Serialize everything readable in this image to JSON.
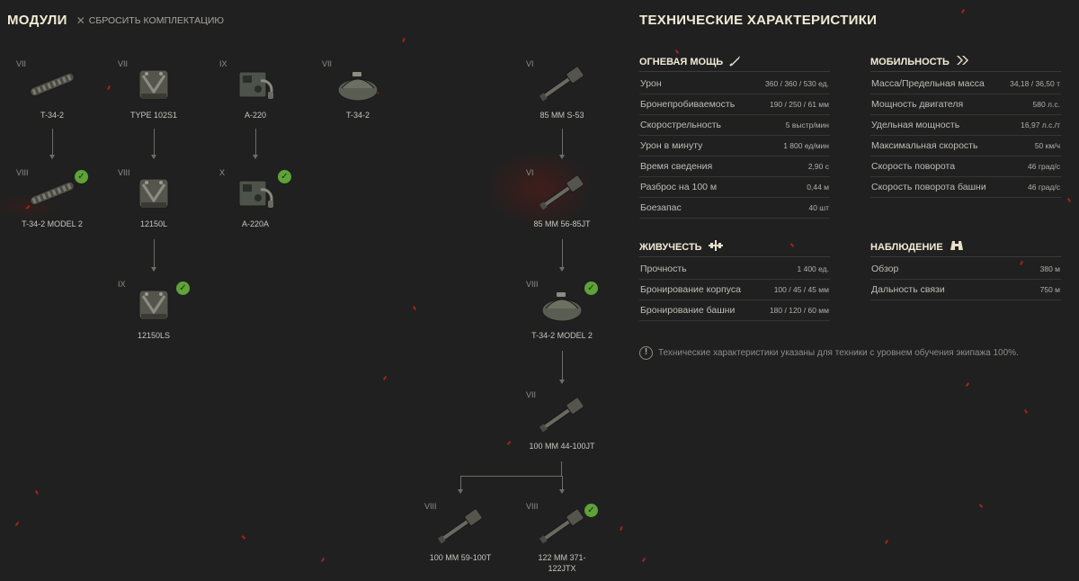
{
  "modules": {
    "title": "МОДУЛИ",
    "reset_label": "СБРОСИТЬ КОМПЛЕКТАЦИЮ",
    "items": [
      {
        "tier": "VII",
        "name": "T-34-2"
      },
      {
        "tier": "VIII",
        "name": "T-34-2 MODEL 2"
      },
      {
        "tier": "VII",
        "name": "TYPE 102S1"
      },
      {
        "tier": "VIII",
        "name": "12150L"
      },
      {
        "tier": "IX",
        "name": "12150LS"
      },
      {
        "tier": "IX",
        "name": "A-220"
      },
      {
        "tier": "X",
        "name": "A-220A"
      },
      {
        "tier": "VII",
        "name": "T-34-2"
      },
      {
        "tier": "VI",
        "name": "85 MM S-53"
      },
      {
        "tier": "VI",
        "name": "85 MM 56-85JT"
      },
      {
        "tier": "VIII",
        "name": "T-34-2 MODEL 2"
      },
      {
        "tier": "VII",
        "name": "100 MM 44-100JT"
      },
      {
        "tier": "VIII",
        "name": "100 MM 59-100T"
      },
      {
        "tier": "VIII",
        "name": "122 MM 371-122JTX"
      }
    ]
  },
  "tech": {
    "title": "ТЕХНИЧЕСКИЕ ХАРАКТЕРИСТИКИ",
    "firepower": {
      "title": "ОГНЕВАЯ МОЩЬ",
      "rows": [
        {
          "label": "Урон",
          "value": "360 / 360 / 530 ед."
        },
        {
          "label": "Бронепробиваемость",
          "value": "190 / 250 / 61 мм"
        },
        {
          "label": "Скорострельность",
          "value": "5 выстр/мин"
        },
        {
          "label": "Урон в минуту",
          "value": "1 800 ед/мин"
        },
        {
          "label": "Время сведения",
          "value": "2,90 с"
        },
        {
          "label": "Разброс на 100 м",
          "value": "0,44 м"
        },
        {
          "label": "Боезапас",
          "value": "40 шт"
        }
      ]
    },
    "mobility": {
      "title": "МОБИЛЬНОСТЬ",
      "rows": [
        {
          "label": "Масса/Предельная масса",
          "value": "34,18 / 36,50 т"
        },
        {
          "label": "Мощность двигателя",
          "value": "580 л.с."
        },
        {
          "label": "Удельная мощность",
          "value": "16,97 л.с./т"
        },
        {
          "label": "Максимальная скорость",
          "value": "50 км/ч"
        },
        {
          "label": "Скорость поворота",
          "value": "46 град/с"
        },
        {
          "label": "Скорость поворота башни",
          "value": "46 град/с"
        }
      ]
    },
    "survivability": {
      "title": "ЖИВУЧЕСТЬ",
      "rows": [
        {
          "label": "Прочность",
          "value": "1 400 ед."
        },
        {
          "label": "Бронирование корпуса",
          "value": "100 / 45 / 45 мм"
        },
        {
          "label": "Бронирование башни",
          "value": "180 / 120 / 60 мм"
        }
      ]
    },
    "spotting": {
      "title": "НАБЛЮДЕНИЕ",
      "rows": [
        {
          "label": "Обзор",
          "value": "380 м"
        },
        {
          "label": "Дальность связи",
          "value": "750 м"
        }
      ]
    },
    "notice": "Технические характеристики указаны для техники с уровнем обучения экипажа 100%."
  },
  "icons": {
    "reset": "close-icon",
    "firepower": "shell-icon",
    "mobility": "double-chevron-icon",
    "survivability": "cross-icon",
    "spotting": "binoculars-icon",
    "notice": "exclamation-icon",
    "installed": "check-icon"
  },
  "colors": {
    "background": "#202020",
    "accent_red": "#c2241a",
    "installed_green": "#5ea238",
    "heading": "#f2ebd6"
  }
}
